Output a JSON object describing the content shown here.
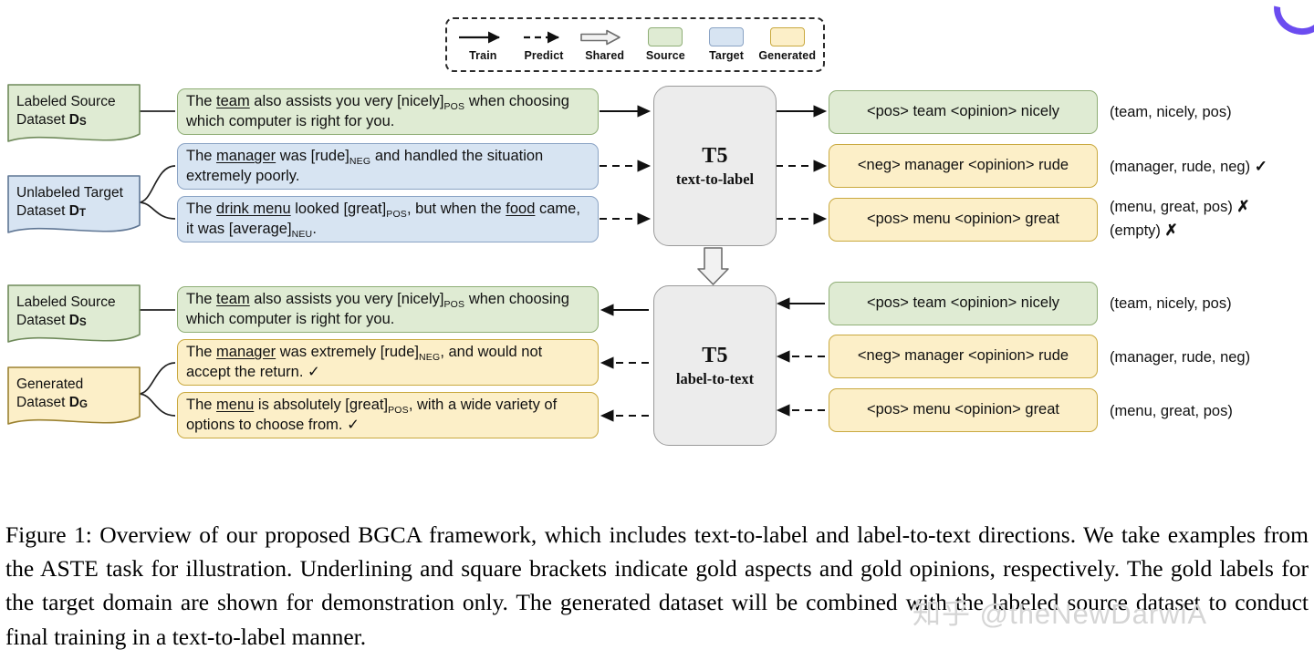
{
  "legend": {
    "items": [
      {
        "label": "Train",
        "glyph": "solid-arrow-icon"
      },
      {
        "label": "Predict",
        "glyph": "dashed-arrow-icon"
      },
      {
        "label": "Shared",
        "glyph": "block-arrow-icon"
      },
      {
        "label": "Source",
        "glyph": "green-swatch-icon",
        "color": "#dfebd3"
      },
      {
        "label": "Target",
        "glyph": "blue-swatch-icon",
        "color": "#d7e4f2"
      },
      {
        "label": "Generated",
        "glyph": "yellow-swatch-icon",
        "color": "#fcefc8"
      }
    ]
  },
  "colors": {
    "source_fill": "#dfebd3",
    "target_fill": "#d7e4f2",
    "generated_fill": "#fcefc8",
    "model_fill": "#ececec",
    "accent_arc": "#6b4cf0"
  },
  "top_row": {
    "datasets": [
      {
        "name": "labeled-source",
        "line1": "Labeled Source",
        "line2_prefix": "Dataset ",
        "symbol": "D",
        "subscript": "S",
        "kind": "source"
      },
      {
        "name": "unlabeled-target",
        "line1": "Unlabeled Target",
        "line2_prefix": "Dataset ",
        "symbol": "D",
        "subscript": "T",
        "kind": "target"
      }
    ],
    "sentences": [
      {
        "kind": "source",
        "text": "The team also assists you very [nicely]POS when choosing which computer is right for you."
      },
      {
        "kind": "target",
        "text": "The manager was [rude]NEG and handled the situation extremely poorly."
      },
      {
        "kind": "target",
        "text": "The drink menu looked [great]POS, but when the food came, it was [average]NEU."
      }
    ],
    "model": {
      "title": "T5",
      "subtitle": "text-to-label"
    },
    "outputs": [
      {
        "kind": "source",
        "text": "<pos> team <opinion> nicely"
      },
      {
        "kind": "generated",
        "text": "<neg> manager <opinion> rude"
      },
      {
        "kind": "generated",
        "text": "<pos> menu <opinion> great"
      }
    ],
    "tuples": [
      {
        "text": "(team, nicely, pos)",
        "mark": ""
      },
      {
        "text": "(manager, rude, neg)",
        "mark": "✓"
      },
      {
        "text": "(menu, great, pos)",
        "mark": "✗"
      },
      {
        "text": "(empty)",
        "mark": "✗"
      }
    ]
  },
  "shared_arrow": {
    "name": "shared-weights-arrow",
    "label": "Shared"
  },
  "bottom_row": {
    "datasets": [
      {
        "name": "labeled-source",
        "line1": "Labeled Source",
        "line2_prefix": "Dataset ",
        "symbol": "D",
        "subscript": "S",
        "kind": "source"
      },
      {
        "name": "generated",
        "line1": "Generated",
        "line2_prefix": "Dataset ",
        "symbol": "D",
        "subscript": "G",
        "kind": "generated"
      }
    ],
    "sentences": [
      {
        "kind": "source",
        "text": "The team also assists you very [nicely]POS when choosing which computer is right for you."
      },
      {
        "kind": "generated",
        "text": "The manager was extremely [rude]NEG, and would not accept the return. ✓"
      },
      {
        "kind": "generated",
        "text": "The menu is absolutely [great]POS, with a wide variety of options to choose from. ✓"
      }
    ],
    "model": {
      "title": "T5",
      "subtitle": "label-to-text"
    },
    "outputs": [
      {
        "kind": "source",
        "text": "<pos> team <opinion> nicely"
      },
      {
        "kind": "generated",
        "text": "<neg> manager <opinion> rude"
      },
      {
        "kind": "generated",
        "text": "<pos> menu <opinion> great"
      }
    ],
    "tuples": [
      {
        "text": "(team, nicely, pos)",
        "mark": ""
      },
      {
        "text": "(manager, rude, neg)",
        "mark": ""
      },
      {
        "text": "(menu, great, pos)",
        "mark": ""
      }
    ]
  },
  "caption": {
    "text": "Figure 1: Overview of our proposed BGCA framework, which includes text-to-label and label-to-text directions. We take examples from the ASTE task for illustration. Underlining and square brackets indicate gold aspects and gold opinions, respectively. The gold labels for the target domain are shown for demonstration only. The generated dataset will be combined with the labeled source dataset to conduct final training in a text-to-label manner."
  },
  "watermark": {
    "text": "知乎 @theNewDarwiA"
  }
}
